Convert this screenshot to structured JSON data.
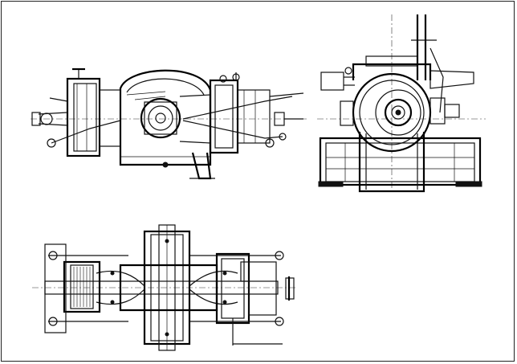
{
  "drawing": {
    "views": [
      {
        "id": "side-elevation"
      },
      {
        "id": "end-elevation"
      },
      {
        "id": "plan-view"
      }
    ]
  }
}
